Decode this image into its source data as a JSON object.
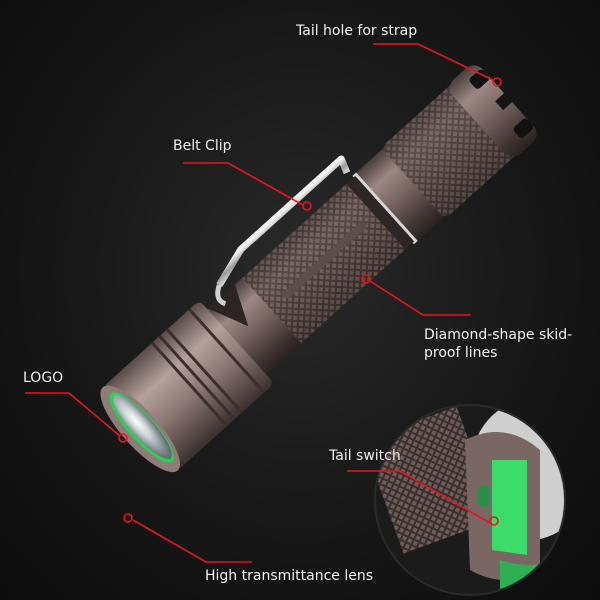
{
  "callouts": {
    "tail_hole": "Tail hole for strap",
    "belt_clip": "Belt Clip",
    "skid_lines": "Diamond-shape skid-proof lines",
    "logo": "LOGO",
    "tail_switch": "Tail switch",
    "lens": "High transmittance lens"
  },
  "colors": {
    "background": "#141414",
    "callout_line": "#e8141e",
    "body": "#7a6662",
    "clip": "#c8c8c8",
    "switch_green": "#3ddc6a"
  }
}
